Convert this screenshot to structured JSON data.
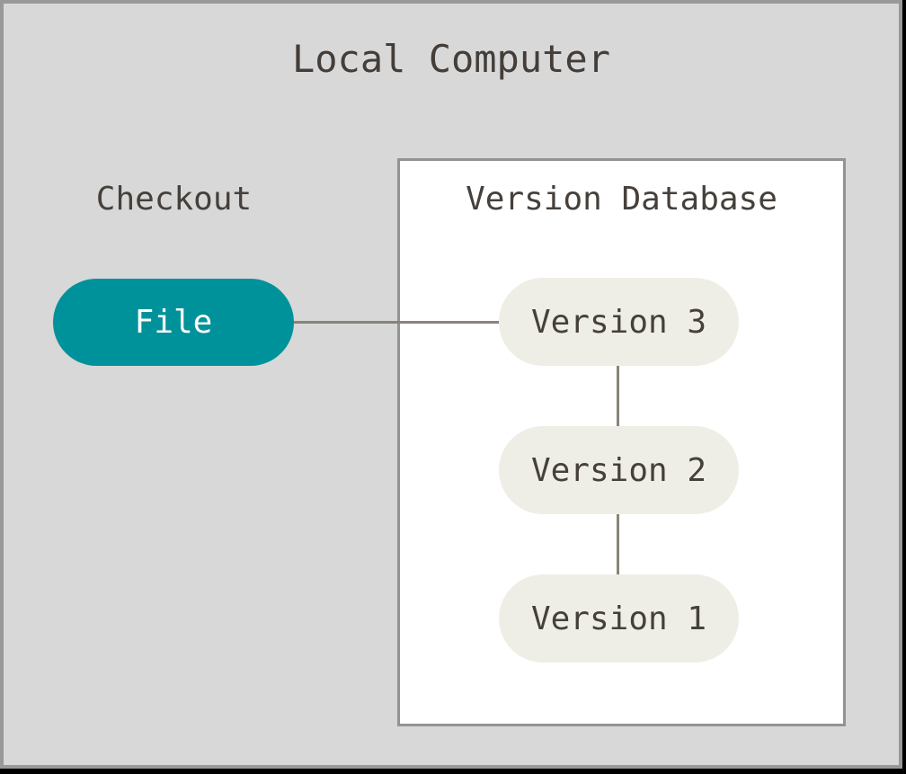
{
  "diagram": {
    "title": "Local Computer",
    "checkout": {
      "label": "Checkout"
    },
    "file": {
      "label": "File"
    },
    "database": {
      "title": "Version Database",
      "versions": [
        {
          "label": "Version 3"
        },
        {
          "label": "Version 2"
        },
        {
          "label": "Version 1"
        }
      ]
    },
    "connections": [
      {
        "from": "File",
        "to": "Version 3"
      },
      {
        "from": "Version 3",
        "to": "Version 2"
      },
      {
        "from": "Version 2",
        "to": "Version 1"
      }
    ],
    "colors": {
      "canvas": "#000000",
      "panel_background": "#D8D8D8",
      "panel_border": "#999999",
      "box_background": "#FFFFFF",
      "box_border": "#939393",
      "file_fill": "#00929A",
      "file_text": "#FFFFFF",
      "version_fill": "#EFEEE6",
      "text": "#46403B",
      "connector": "#8A8379"
    }
  }
}
